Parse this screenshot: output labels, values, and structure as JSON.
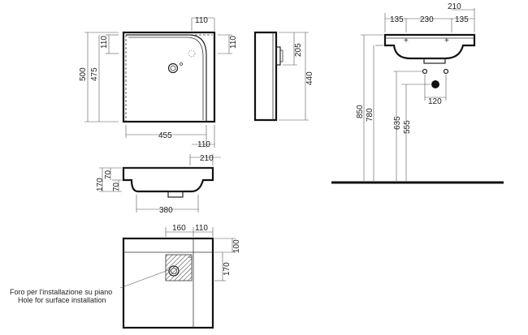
{
  "front_top_view": {
    "dim_top_offset": "110",
    "dim_right_offset": "110",
    "dim_left_offset": "110",
    "dim_total_depth": "500",
    "dim_bowl_depth": "475",
    "dim_width": "455",
    "dim_bottom_offset": "110"
  },
  "side_view": {
    "dim_height_upper": "205",
    "dim_height_total": "440"
  },
  "front_elevation": {
    "dim_tap_offset": "210",
    "dim_height_170": "170",
    "dim_height_70a": "70",
    "dim_height_70b": "70",
    "dim_waste_width": "380"
  },
  "installation_view": {
    "dim_offset_160": "160",
    "dim_offset_110": "110",
    "dim_depth_100": "100",
    "dim_depth_170": "170",
    "note_line_it": "Foro per l'installazione su piano",
    "note_line_en": "Hole for surface installation"
  },
  "wall_elevation": {
    "dim_top_210": "210",
    "dim_135_left": "135",
    "dim_230": "230",
    "dim_135_right": "135",
    "dim_850": "850",
    "dim_780": "780",
    "dim_635": "635",
    "dim_555": "555",
    "dim_120": "120"
  }
}
